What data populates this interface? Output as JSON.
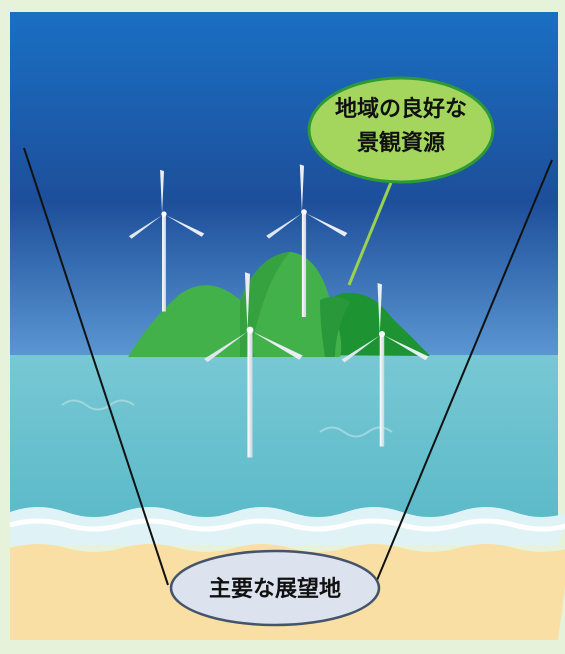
{
  "callout": {
    "line1": "地域の良好な",
    "line2": "景観資源"
  },
  "viewpoint": {
    "label": "主要な展望地"
  },
  "colors": {
    "frame_background": "#e6f2da",
    "sky_top": "#1a6fc4",
    "sky_bottom": "#5b97d3",
    "sea": "#69c3cf",
    "sand": "#f9dfa4",
    "island_light": "#43b14a",
    "island_dark": "#1d9431",
    "callout_fill": "#a4d65e",
    "callout_border": "#2e9a35",
    "viewpoint_fill": "#dde3ee",
    "viewpoint_border": "#44546a",
    "sightline": "#111111"
  },
  "icons": [
    "wind-turbine-icon",
    "island-icon",
    "wave-icon"
  ]
}
